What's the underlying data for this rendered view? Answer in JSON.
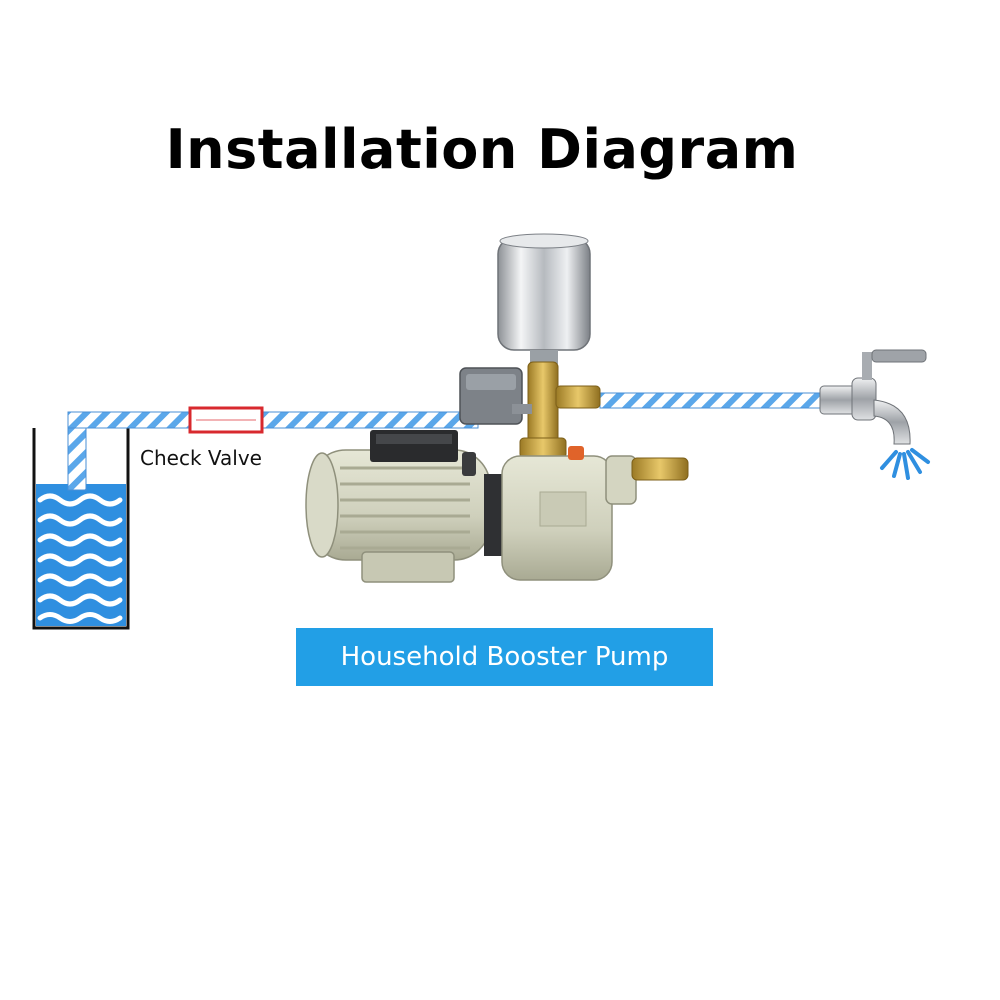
{
  "title": "Installation Diagram",
  "labels": {
    "check_valve": "Check Valve",
    "pump_caption": "Household Booster Pump"
  },
  "colors": {
    "water": "#2f8fe0",
    "pipe_stripe": "#5aa7ea",
    "caption_bg": "#229fe6",
    "check_valve": "#d8292e",
    "pump_body": "#d8d9c6",
    "pump_shadow": "#a8a991",
    "tank_steel": "#c9ccd0",
    "brass": "#c9a441",
    "spray": "#2f8fe0"
  },
  "icons": {
    "tank": "water-tank-icon",
    "pump": "booster-pump-icon",
    "faucet": "faucet-icon",
    "pressure_tank": "pressure-tank-icon",
    "pressure_switch": "pressure-switch-icon"
  }
}
